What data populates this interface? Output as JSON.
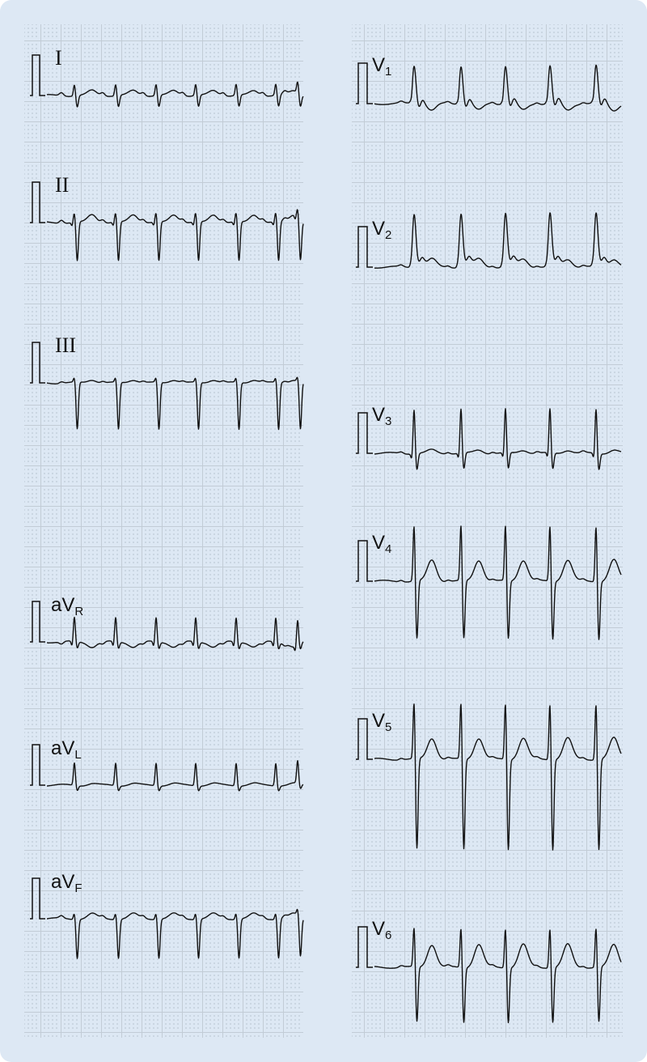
{
  "colors": {
    "background": "#dde8f4",
    "grid": "#b9c3cc",
    "trace": "#111111"
  },
  "leads": [
    {
      "id": "I",
      "name": "I",
      "sub": "",
      "column": "left"
    },
    {
      "id": "II",
      "name": "II",
      "sub": "",
      "column": "left"
    },
    {
      "id": "III",
      "name": "III",
      "sub": "",
      "column": "left"
    },
    {
      "id": "aVR",
      "name": "aV",
      "sub": "R",
      "column": "left"
    },
    {
      "id": "aVL",
      "name": "aV",
      "sub": "L",
      "column": "left"
    },
    {
      "id": "aVF",
      "name": "aV",
      "sub": "F",
      "column": "left"
    },
    {
      "id": "V1",
      "name": "V",
      "sub": "1",
      "column": "right"
    },
    {
      "id": "V2",
      "name": "V",
      "sub": "2",
      "column": "right"
    },
    {
      "id": "V3",
      "name": "V",
      "sub": "3",
      "column": "right"
    },
    {
      "id": "V4",
      "name": "V",
      "sub": "4",
      "column": "right"
    },
    {
      "id": "V5",
      "name": "V",
      "sub": "5",
      "column": "right"
    },
    {
      "id": "V6",
      "name": "V",
      "sub": "6",
      "column": "right"
    }
  ]
}
